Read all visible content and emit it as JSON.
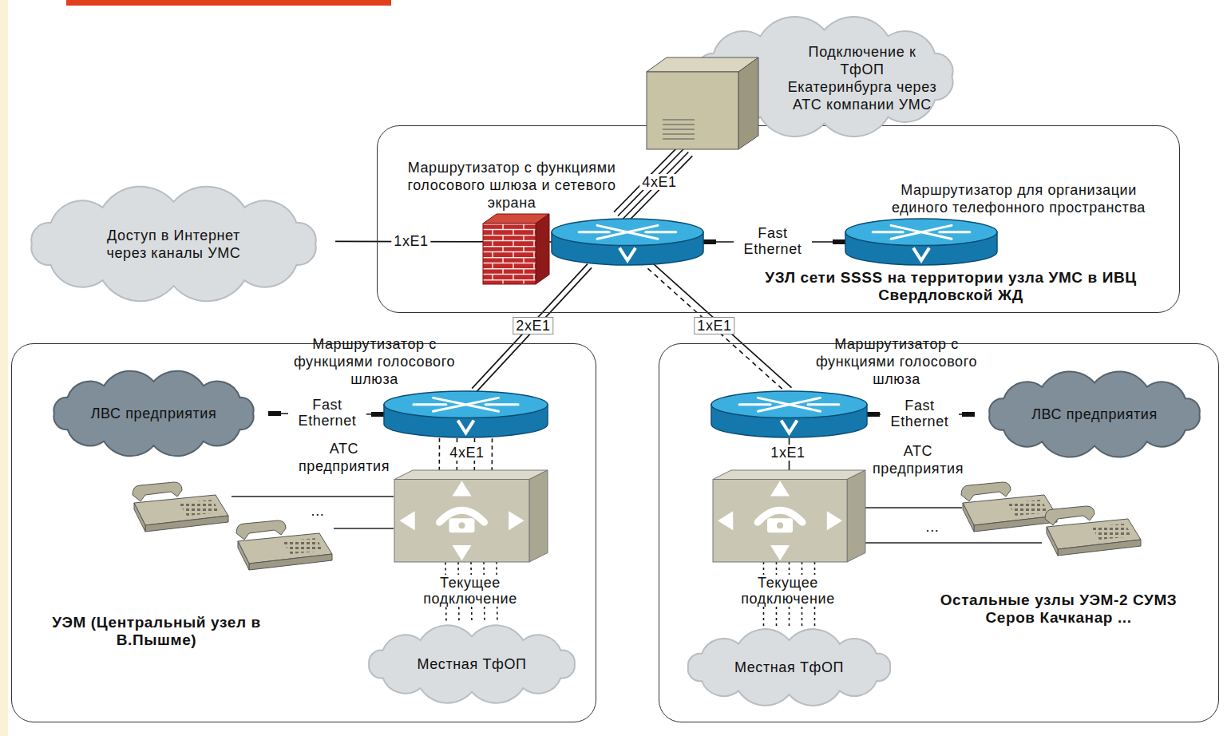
{
  "diagram": {
    "nodes": [
      {
        "text": [
          "Подключение к ТфОП Екатеринбурга через АТС компании УМС"
        ]
      },
      {
        "text": [
          "УЗЛ сети SSSS на территории узла УМС в ИВЦ Свердловской ЖД"
        ]
      },
      {
        "text": [
          "Маршрутизатор с функциями голосового шлюза и сетевого экрана"
        ],
        "in": 1
      },
      {
        "text": [
          "Маршрутизатор для организации единого телефонного пространства"
        ],
        "in": 1
      },
      {
        "text": [
          "Доступ в Интернет через каналы УМС"
        ]
      },
      {
        "text": [
          "УЭМ (Центральный узел в В.Пышме)"
        ]
      },
      {
        "text": [
          "ЛВС предприятия"
        ],
        "in": 5
      },
      {
        "text": [
          "Маршрутизатор с функциями голосового шлюза"
        ],
        "in": 5
      },
      {
        "text": [
          "АТС предприятия"
        ],
        "in": 5
      },
      {
        "text": [
          "Местная ТфОП"
        ],
        "in": 5
      },
      {
        "text": [
          "Остальные узлы УЭМ-2 СУМЗ Серов Качканар ..."
        ]
      },
      {
        "text": [
          "Маршрутизатор с функциями голосового шлюза"
        ],
        "in": 10
      },
      {
        "text": [
          "ЛВС предприятия"
        ],
        "in": 10
      },
      {
        "text": [
          "АТС предприятия"
        ],
        "in": 10
      },
      {
        "text": [
          "Местная ТфОП"
        ],
        "in": 10
      }
    ],
    "edges": [
      {
        "from": 0,
        "to": 2,
        "label": "4xE1",
        "arrow": "none"
      },
      {
        "from": 4,
        "to": 2,
        "label": "1xE1",
        "arrow": "none"
      },
      {
        "from": 2,
        "to": 3,
        "label": "Fast Ethernet",
        "arrow": "none"
      },
      {
        "from": 2,
        "to": 7,
        "label": "2xE1",
        "arrow": "none"
      },
      {
        "from": 2,
        "to": 11,
        "label": "1xE1",
        "arrow": "none"
      },
      {
        "from": 6,
        "to": 7,
        "label": "Fast Ethernet",
        "arrow": "none"
      },
      {
        "from": 7,
        "to": 8,
        "label": "4xE1",
        "arrow": "none"
      },
      {
        "from": 8,
        "to": 9,
        "label": "Текущее подключение",
        "arrow": "none"
      },
      {
        "from": 11,
        "to": 12,
        "label": "Fast Ethernet",
        "arrow": "none"
      },
      {
        "from": 11,
        "to": 13,
        "label": "1xE1",
        "arrow": "none"
      },
      {
        "from": 13,
        "to": 14,
        "label": "Текущее подключение",
        "arrow": "none"
      }
    ],
    "labels": [
      "...",
      "..."
    ]
  }
}
